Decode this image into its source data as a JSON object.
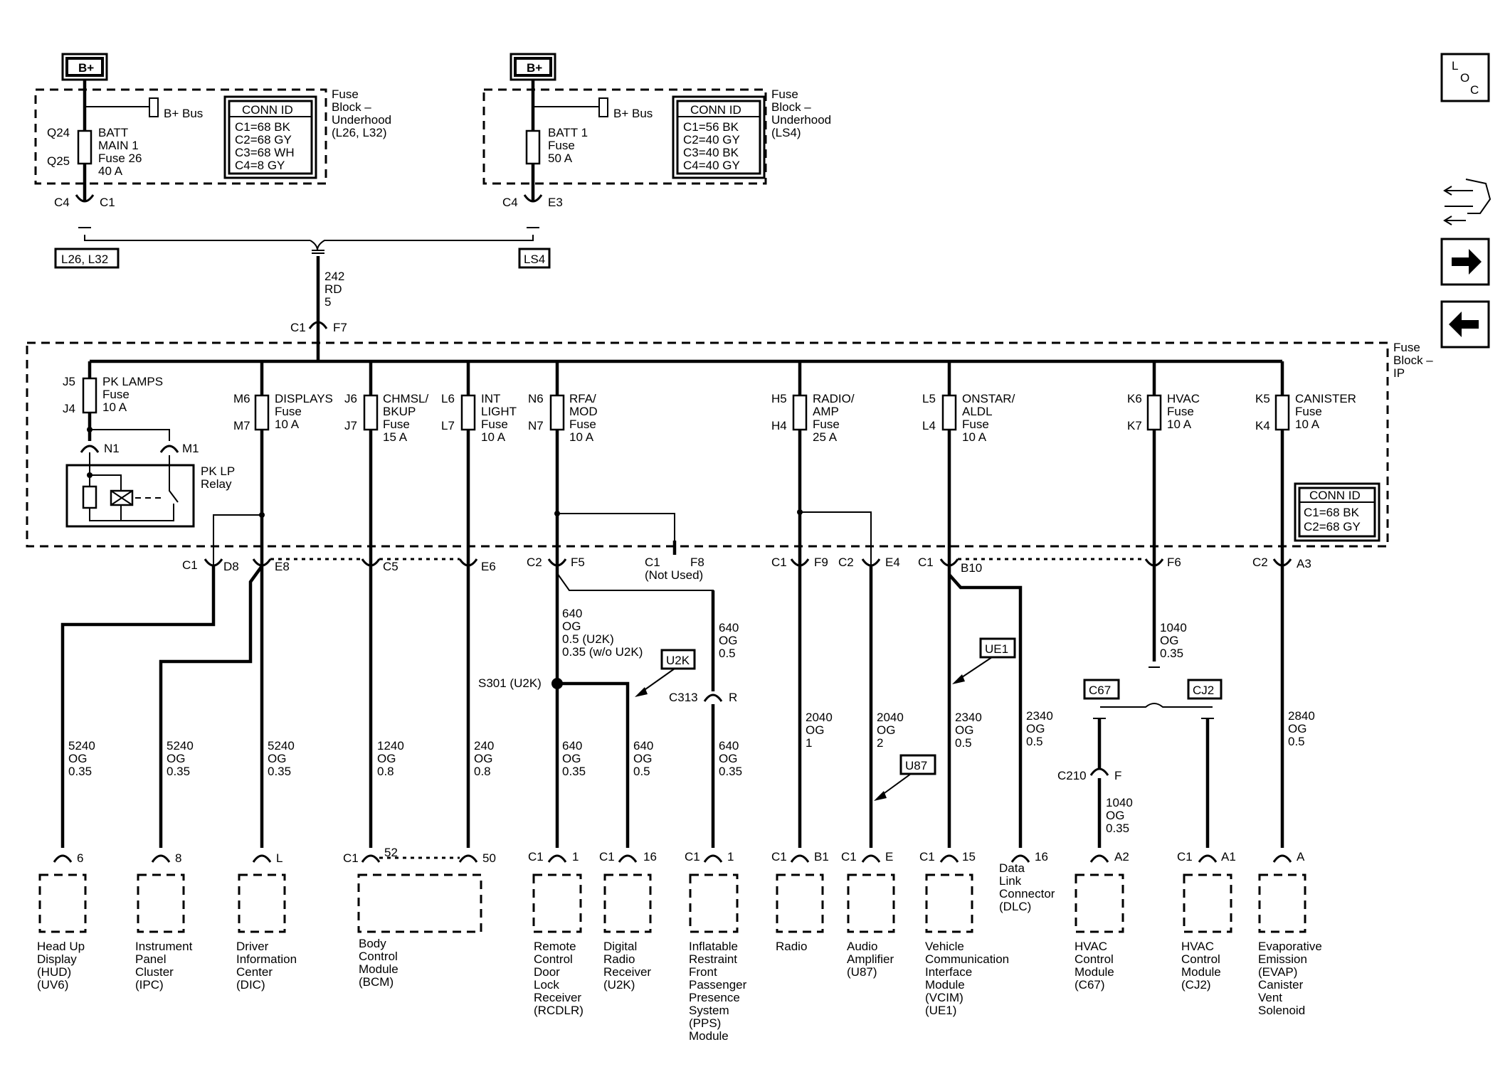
{
  "nav": {
    "loc_l": "L",
    "loc_o": "O",
    "loc_c": "C",
    "next_glyph": "➔",
    "prev_glyph": "🡐"
  },
  "top": {
    "bplus_left": "B+",
    "bplus_right": "B+",
    "bbus_left": "B+ Bus",
    "bbus_right": "B+ Bus",
    "fb_left": [
      "Fuse",
      "Block –",
      "Underhood",
      "(L26, L32)"
    ],
    "fb_right": [
      "Fuse",
      "Block –",
      "Underhood",
      "(LS4)"
    ],
    "conn_left": [
      "CONN ID",
      "C1=68 BK",
      "C2=68 GY",
      "C3=68 WH",
      "C4=8 GY"
    ],
    "conn_right": [
      "CONN ID",
      "C1=56 BK",
      "C2=40 GY",
      "C3=40 BK",
      "C4=40 GY"
    ],
    "q24": "Q24",
    "q25": "Q25",
    "fuse_left": [
      "BATT",
      "MAIN 1",
      "Fuse 26",
      "40 A"
    ],
    "fuse_right": [
      "BATT 1",
      "Fuse",
      "50 A"
    ],
    "c4_left": "C4",
    "c1_left": "C1",
    "c4_right": "C4",
    "e3_right": "E3",
    "opt_left": "L26, L32",
    "opt_right": "LS4",
    "wire_242": [
      "242",
      "RD",
      "5"
    ],
    "c1_f7": "C1",
    "f7": "F7"
  },
  "ip_block": {
    "label": [
      "Fuse",
      "Block –",
      "IP"
    ],
    "conn": [
      "CONN ID",
      "C1=68 BK",
      "C2=68 GY"
    ],
    "pk_lamps": {
      "top": "J5",
      "bottom": "J4",
      "label": [
        "PK LAMPS",
        "Fuse",
        "10 A"
      ]
    },
    "relay": {
      "n1": "N1",
      "m1": "M1",
      "label": [
        "PK LP",
        "Relay"
      ]
    },
    "fuses": [
      {
        "top": "M6",
        "bottom": "M7",
        "label": [
          "DISPLAYS",
          "Fuse",
          "10 A"
        ]
      },
      {
        "top": "J6",
        "bottom": "J7",
        "label": [
          "CHMSL/",
          "BKUP",
          "Fuse",
          "15 A"
        ]
      },
      {
        "top": "L6",
        "bottom": "L7",
        "label": [
          "INT",
          "LIGHT",
          "Fuse",
          "10 A"
        ]
      },
      {
        "top": "N6",
        "bottom": "N7",
        "label": [
          "RFA/",
          "MOD",
          "Fuse",
          "10 A"
        ]
      },
      {
        "top": "H5",
        "bottom": "H4",
        "label": [
          "RADIO/",
          "AMP",
          "Fuse",
          "25 A"
        ]
      },
      {
        "top": "L5",
        "bottom": "L4",
        "label": [
          "ONSTAR/",
          "ALDL",
          "Fuse",
          "10 A"
        ]
      },
      {
        "top": "K6",
        "bottom": "K7",
        "label": [
          "HVAC",
          "Fuse",
          "10 A"
        ]
      },
      {
        "top": "K5",
        "bottom": "K4",
        "label": [
          "CANISTER",
          "Fuse",
          "10 A"
        ]
      }
    ]
  },
  "outputs": {
    "c1_d8": "C1",
    "d8": "D8",
    "e8": "E8",
    "c5": "C5",
    "e6": "E6",
    "c2_f5": "C2",
    "f5": "F5",
    "c1_f8": "C1",
    "f8": "F8",
    "not_used": "(Not Used)",
    "c1_f9": "C1",
    "f9": "F9",
    "c2_e4": "C2",
    "e4": "E4",
    "c1_b10": "C1",
    "b10": "B10",
    "f6": "F6",
    "c2_a3": "C2",
    "a3": "A3"
  },
  "wires": {
    "w_hud": [
      "5240",
      "OG",
      "0.35"
    ],
    "w_ipc": [
      "5240",
      "OG",
      "0.35"
    ],
    "w_dic": [
      "5240",
      "OG",
      "0.35"
    ],
    "w_bcm": [
      "1240",
      "OG",
      "0.8"
    ],
    "w_240": [
      "240",
      "OG",
      "0.8"
    ],
    "w_640_top": [
      "640",
      "OG",
      "0.5 (U2K)",
      "0.35 (w/o U2K)"
    ],
    "w_640_right": [
      "640",
      "OG",
      "0.5"
    ],
    "w_rcdlr": [
      "640",
      "OG",
      "0.35"
    ],
    "w_u2k": [
      "640",
      "OG",
      "0.5"
    ],
    "w_pps": [
      "640",
      "OG",
      "0.35"
    ],
    "w_radio": [
      "2040",
      "OG",
      "1"
    ],
    "w_amp": [
      "2040",
      "OG",
      "2"
    ],
    "w_vcim": [
      "2340",
      "OG",
      "0.5"
    ],
    "w_dlc": [
      "2340",
      "OG",
      "0.5"
    ],
    "w_hvac_top": [
      "1040",
      "OG",
      "0.35"
    ],
    "w_hvac_c67": [
      "1040",
      "OG",
      "0.35"
    ],
    "w_evap": [
      "2840",
      "OG",
      "0.5"
    ],
    "s301": "S301 (U2K)",
    "c313": "C313",
    "r": "R",
    "c210": "C210",
    "f": "F",
    "opt_u2k": "U2K",
    "opt_ue1": "UE1",
    "opt_u87": "U87",
    "opt_c67": "C67",
    "opt_cj2": "CJ2"
  },
  "modules": [
    {
      "pin": "6",
      "name": [
        "Head Up",
        "Display",
        "(HUD)",
        "(UV6)"
      ]
    },
    {
      "pin": "8",
      "name": [
        "Instrument",
        "Panel",
        "Cluster",
        "(IPC)"
      ]
    },
    {
      "pin": "L",
      "name": [
        "Driver",
        "Information",
        "Center",
        "(DIC)"
      ]
    },
    {
      "conn": "C1",
      "pin": "52",
      "pin2": "50",
      "name": [
        "Body",
        "Control",
        "Module",
        "(BCM)"
      ]
    },
    {
      "conn": "C1",
      "pin": "1",
      "name": [
        "Remote",
        "Control",
        "Door",
        "Lock",
        "Receiver",
        "(RCDLR)"
      ]
    },
    {
      "conn": "C1",
      "pin": "16",
      "name": [
        "Digital",
        "Radio",
        "Receiver",
        "(U2K)"
      ]
    },
    {
      "conn": "C1",
      "pin": "1",
      "name": [
        "Inflatable",
        "Restraint",
        "Front",
        "Passenger",
        "Presence",
        "System",
        "(PPS)",
        "Module"
      ]
    },
    {
      "conn": "C1",
      "pin": "B1",
      "name": [
        "Radio"
      ]
    },
    {
      "conn": "C1",
      "pin": "E",
      "name": [
        "Audio",
        "Amplifier",
        "(U87)"
      ]
    },
    {
      "conn": "C1",
      "pin": "15",
      "name": [
        "Vehicle",
        "Communication",
        "Interface",
        "Module",
        "(VCIM)",
        "(UE1)"
      ]
    },
    {
      "pin": "16",
      "name": [
        "Data",
        "Link",
        "Connector",
        "(DLC)"
      ]
    },
    {
      "pin": "A2",
      "name": [
        "HVAC",
        "Control",
        "Module",
        "(C67)"
      ]
    },
    {
      "conn": "C1",
      "pin": "A1",
      "name": [
        "HVAC",
        "Control",
        "Module",
        "(CJ2)"
      ]
    },
    {
      "pin": "A",
      "name": [
        "Evaporative",
        "Emission",
        "(EVAP)",
        "Canister",
        "Vent",
        "Solenoid"
      ]
    }
  ]
}
